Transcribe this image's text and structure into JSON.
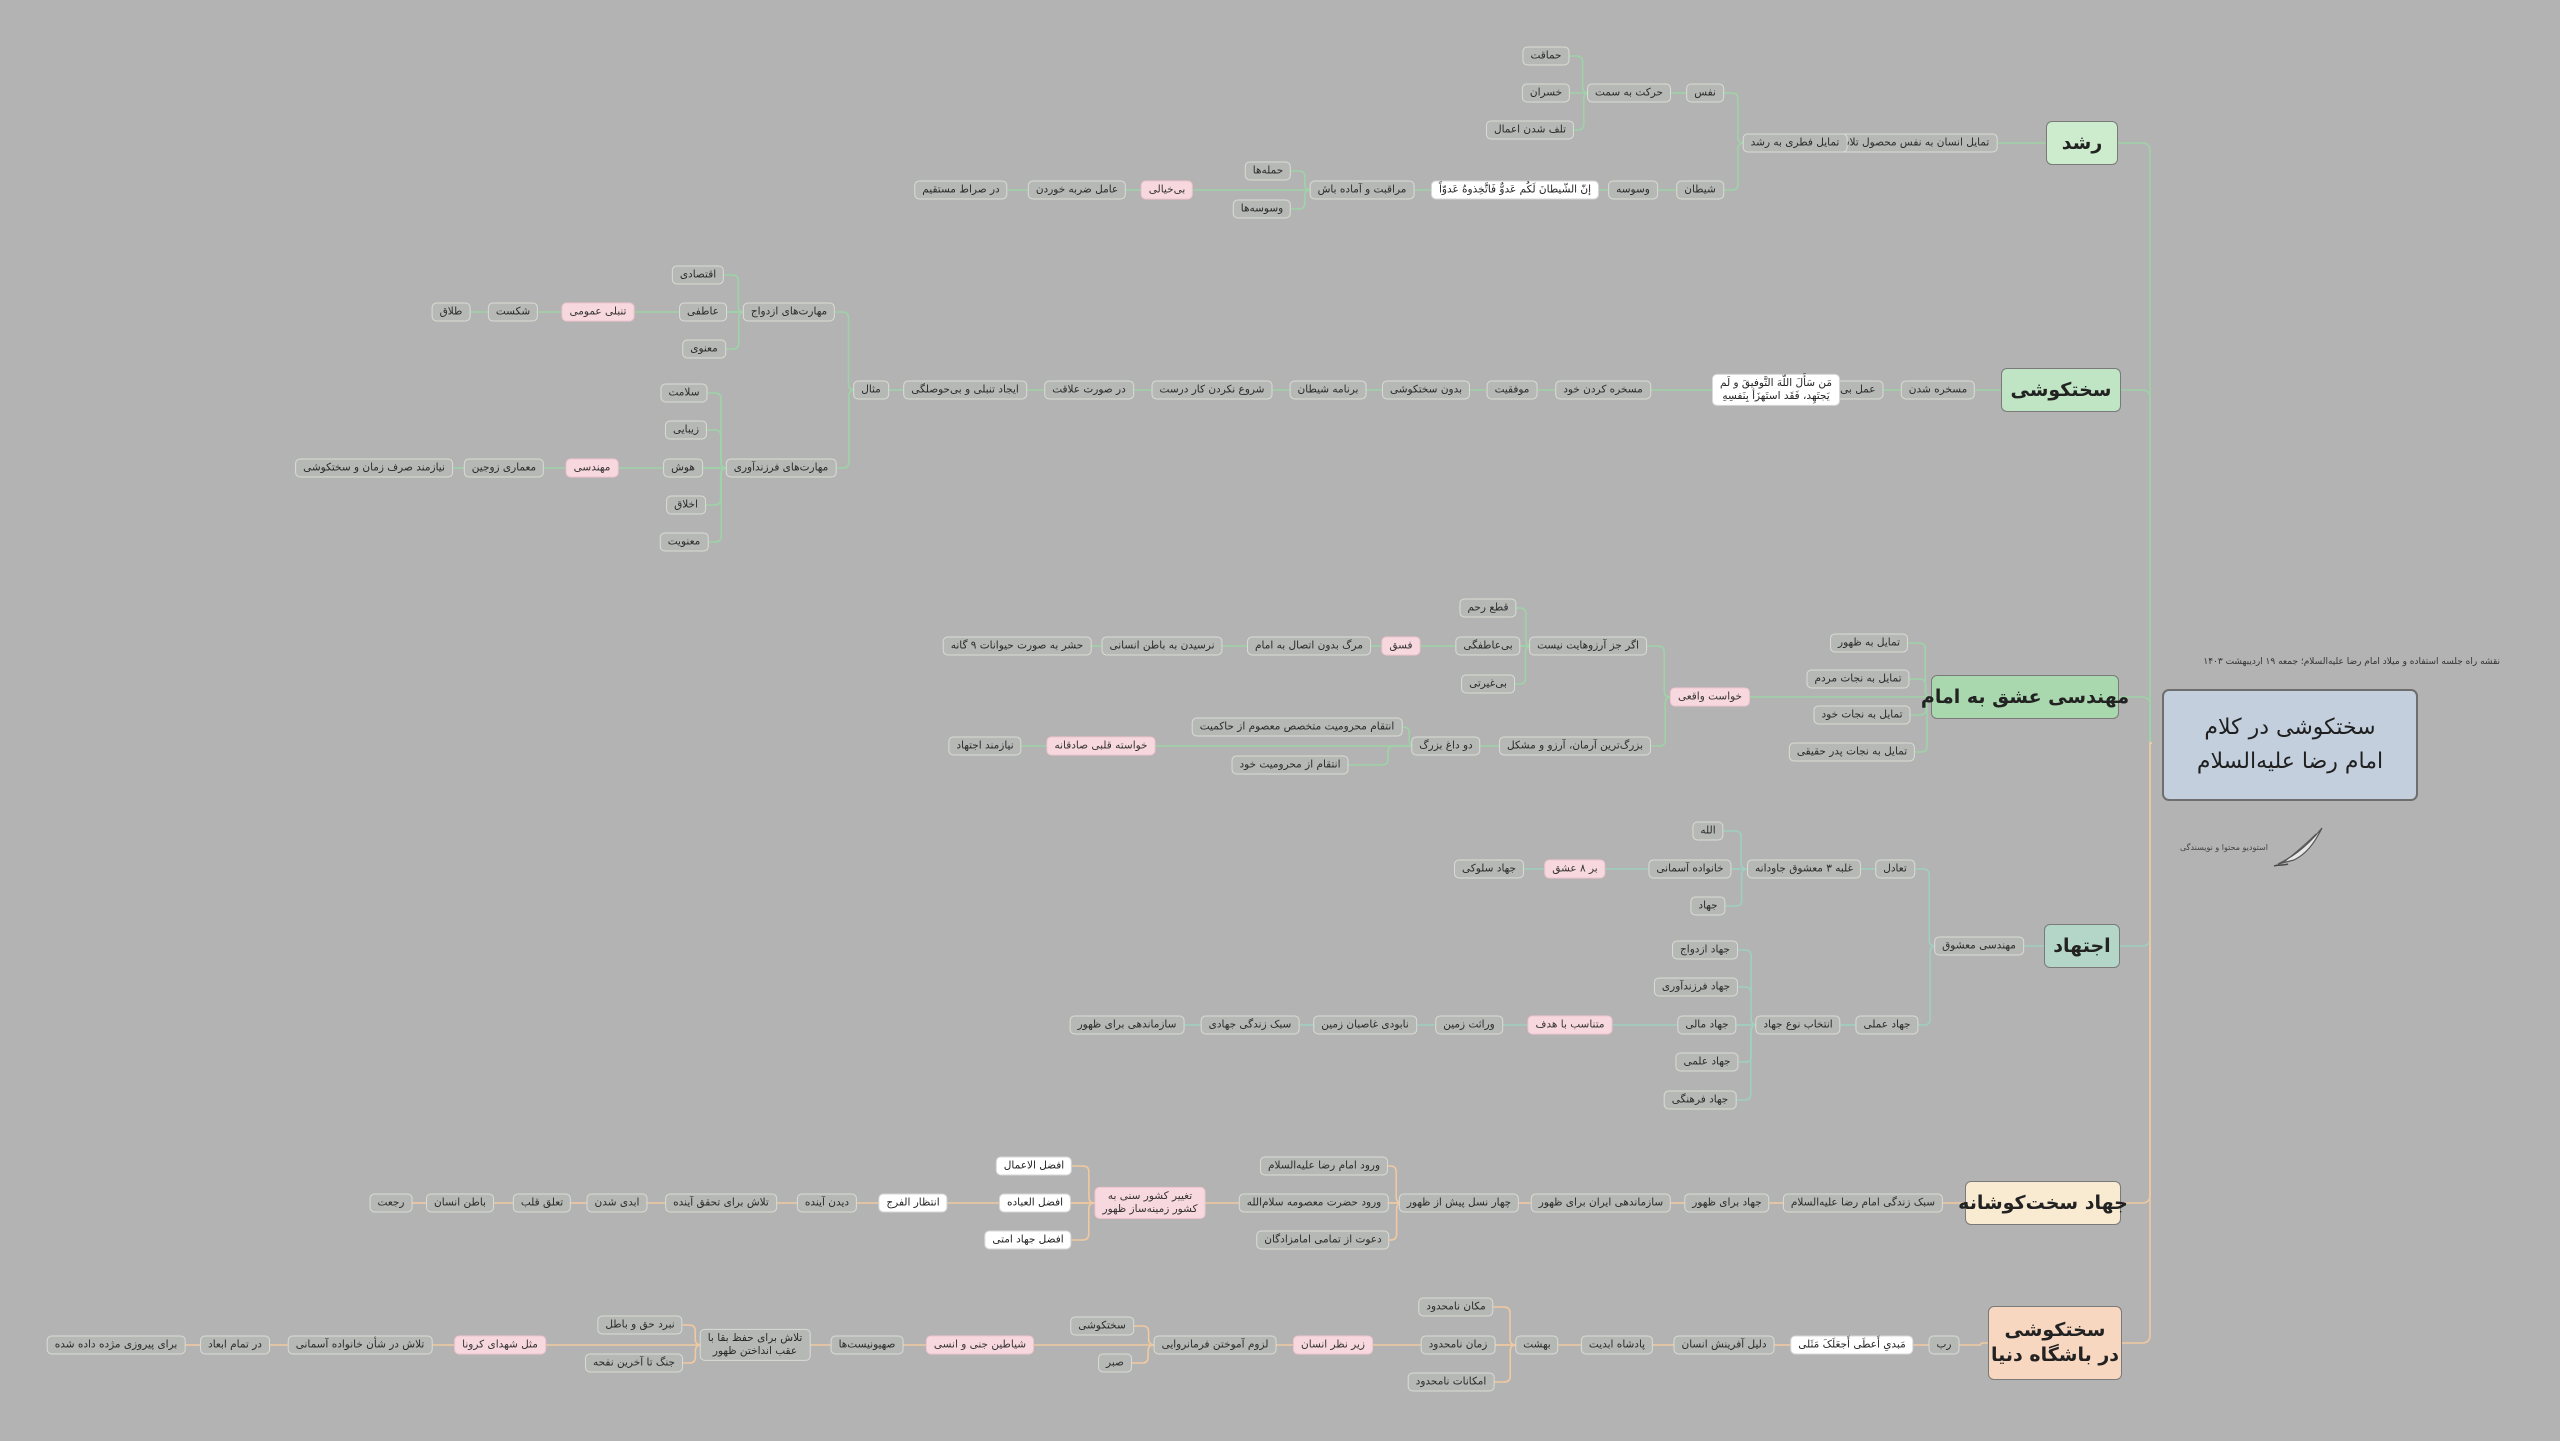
{
  "root": {
    "line1": "سختکوشی در کلام",
    "line2": "امام رضا علیه‌السلام"
  },
  "subtitle": "نقشه راه جلسه استفاده و میلاد امام رضا علیه‌السلام؛ جمعه ۱۹ اردیبهشت ۱۴۰۳",
  "studio": "استودیو محتوا و نویسندگی",
  "logo_icon": "quill-hand-logo",
  "colors": {
    "background": "#b3b3b3",
    "root": "#c3cfdd",
    "green_edge": "#9ed3a8",
    "orange_edge": "#f0c9a0",
    "pink": "#f8d8df"
  },
  "branches": {
    "roshd": "رشد",
    "sakhtkoshi": "سختکوشی",
    "mohandesi": "مهندسی عشق به امام",
    "ejtehad": "اجتهاد",
    "jahad": "جهاد سخت‌کوشانه",
    "dunya": [
      "سختکوشی",
      "در باشگاه دنیا"
    ]
  },
  "nodes": {
    "n1": "تمایل انسان به نفس محصول تلاش",
    "n2": "تمایل فطری به رشد",
    "n3": "نفس",
    "n4": "حرکت به سمت",
    "n5": "حماقت",
    "n6": "خسران",
    "n7": "تلف شدن اعمال",
    "n8": "شیطان",
    "n9": "وسوسه",
    "n10": "إنّ الشّیطانَ لَکُم عَدوٌّ فَاتَّخِذوهُ عَدوّاً",
    "n11": "مراقبت و آماده باش",
    "n12": "حمله‌ها",
    "n13": "وسوسه‌ها",
    "n14": "بی‌خیالی",
    "n15": "عامل ضربه خوردن",
    "n16": "در صراط مستقیم",
    "s1": "مسخره شدن",
    "s2": "عمل بی‌نتیجه",
    "s3": [
      "مَن سَأَلَ اللّهَ التَّوفیقَ و لَم",
      "یَجتَهِد، فَقَد استَهزَأ بِنَفسِهِ"
    ],
    "s4": "مسخره کردن خود",
    "s5": "موفقیت",
    "s6": "بدون سختکوشی",
    "s7": "برنامه شیطان",
    "s8": "شروع نکردن کار درست",
    "s9": "در صورت علاقت",
    "s10": "ایجاد تنبلی و بی‌حوصلگی",
    "s11": "مثال",
    "s12": "مهارت‌های ازدواج",
    "s13": "اقتصادی",
    "s14": "عاطفی",
    "s15": "معنوی",
    "s16": "تنبلی عمومی",
    "s17": "شکست",
    "s18": "طلاق",
    "s19": "مهارت‌های فرزندآوری",
    "s20": "سلامت",
    "s21": "زیبایی",
    "s22": "هوش",
    "s23": "اخلاق",
    "s24": "معنویت",
    "s25": "مهندسی",
    "s26": "معماری زوجین",
    "s27": "نیازمند صرف زمان و سختکوشی",
    "m1": "خواست واقعی",
    "m2": "تمایل به ظهور",
    "m3": "تمایل به نجات مردم",
    "m4": "تمایل به نجات خود",
    "m5": "تمایل به نجات پدر حقیقی",
    "m6": "اگر جز آرزوهایت نیست",
    "m7": "قطع رحم",
    "m8": "بی‌عاطفگی",
    "m9": "بی‌غیرتی",
    "m10": "فسق",
    "m11": "مرگ بدون اتصال به امام",
    "m12": "نرسیدن به باطن انسانی",
    "m13": "حشر به صورت حیوانات ۹ گانه",
    "m14": "بزرگ‌ترین آرمان، آرزو و مشکل",
    "m15": "دو داغ بزرگ",
    "m16": "انتقام محرومیت متخصص معصوم از حاکمیت",
    "m17": "انتقام از محرومیت خود",
    "m18": "خواسته قلبی صادقانه",
    "m19": "نیازمند اجتهاد",
    "e1": "مهندسی معشوق",
    "e2": "تعادل",
    "e3": "غلبه ۳ معشوق جاودانه",
    "e4": "الله",
    "e5": "خانواده آسمانی",
    "e6": "جهاد",
    "e7": "بر ۸ عشق",
    "e8": "جهاد سلوکی",
    "e9": "جهاد عملی",
    "e10": "انتخاب نوع جهاد",
    "e11": "جهاد ازدواج",
    "e12": "جهاد فرزندآوری",
    "e13": "جهاد مالی",
    "e14": "جهاد علمی",
    "e15": "جهاد فرهنگی",
    "e16": "متناسب با هدف",
    "e17": "وراثت زمین",
    "e18": "نابودی غاصبان زمین",
    "e19": "سبک زندگی جهادی",
    "e20": "سازماندهی برای ظهور",
    "j1": "سبک زندگی امام رضا علیه‌السلام",
    "j2": "جهاد برای ظهور",
    "j3": "سازماندهی ایران برای ظهور",
    "j4": "چهار نسل پیش از ظهور",
    "j5": "ورود امام رضا علیه‌السلام",
    "j6": "ورود حضرت معصومه سلام‌الله",
    "j7": "دعوت از تمامی امامزادگان",
    "j8": [
      "تغییر کشور سنی به",
      "کشور زمینه‌ساز ظهور"
    ],
    "j9": "افضل الاعمال",
    "j10": "افضل العباده",
    "j11": "افضل جهاد امتی",
    "j12": "انتظار الفرج",
    "j13": "دیدن آینده",
    "j14": "تلاش برای تحقق آینده",
    "j15": "ابدی شدن",
    "j16": "تعلق قلب",
    "j17": "باطن انسان",
    "j18": "رجعت",
    "d1": "رب",
    "d2": "مَبدیِ أَعطَی أَجعَلَکَ مَثَلی",
    "d3": "دلیل آفرینش انسان",
    "d4": "پادشاه ابدیت",
    "d5": "بهشت",
    "d6": "مکان نامحدود",
    "d7": "زمان نامحدود",
    "d8": "امکانات نامحدود",
    "d9": "زیر نظر انسان",
    "d10": "لزوم آموختن فرمانروایی",
    "d11": "سختکوشی",
    "d12": "صبر",
    "d13": "شیاطین جنی و انسی",
    "d14": "صهیونیست‌ها",
    "d15": [
      "تلاش برای حفظ بقا با",
      "عقب انداختن ظهور"
    ],
    "d16": "نبرد حق و باطل",
    "d17": "جنگ تا آخرین نفحه",
    "d18": "مثل شهدای کرونا",
    "d19": "تلاش در شأن خانواده آسمانی",
    "d20": "در تمام ابعاد",
    "d21": "برای پیروزی مژده داده شده"
  }
}
